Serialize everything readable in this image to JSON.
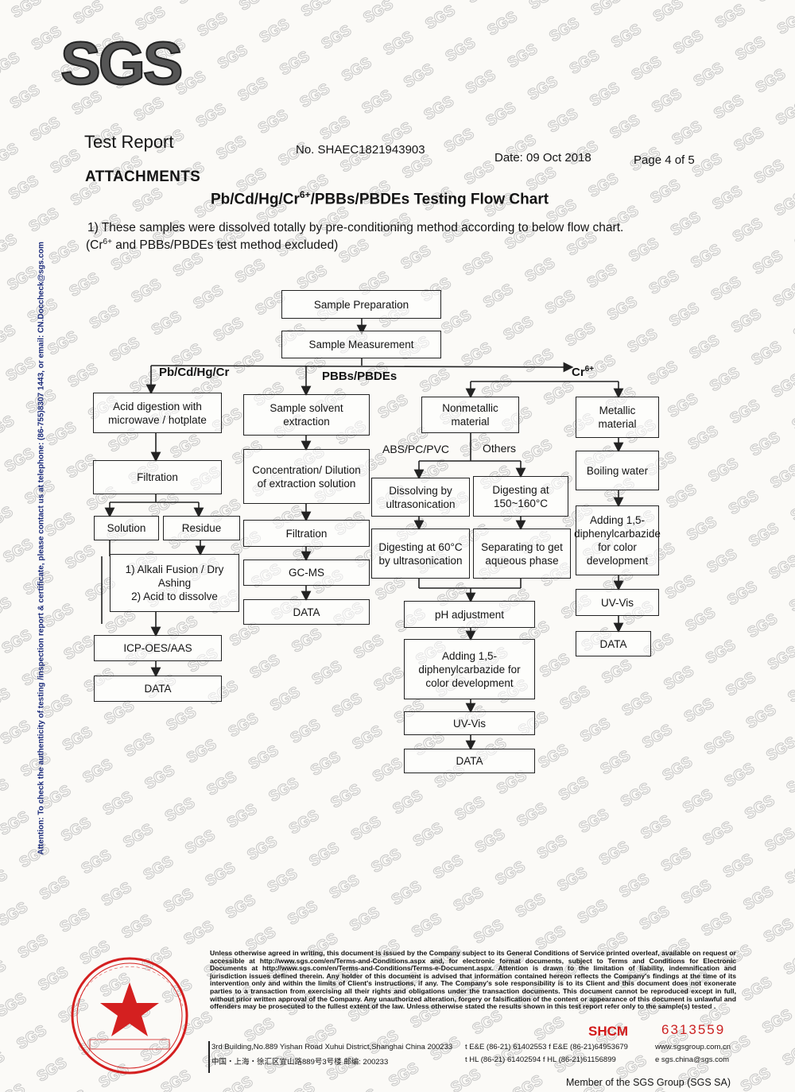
{
  "header": {
    "brand": "SGS",
    "report_title": "Test Report",
    "report_no": "No. SHAEC1821943903",
    "date": "Date: 09 Oct 2018",
    "page": "Page 4 of 5",
    "attachments": "ATTACHMENTS",
    "chart_title_a": "Pb/Cd/Hg/Cr",
    "chart_title_sup": "6+",
    "chart_title_b": "/PBBs/PBDEs Testing Flow Chart",
    "note_line1": "1) These samples were dissolved totally by pre-conditioning method according to below flow chart.",
    "note_line2_a": "(Cr",
    "note_line2_sup": "6+",
    "note_line2_b": " and PBBs/PBDEs test method excluded)"
  },
  "flow": {
    "sample_prep": "Sample Preparation",
    "sample_meas": "Sample Measurement",
    "branch_metals": "Pb/Cd/Hg/Cr",
    "branch_pbb": "PBBs/PBDEs",
    "branch_cr_a": "Cr",
    "branch_cr_sup": "6+",
    "acid_digestion": "Acid digestion with microwave / hotplate",
    "filtration_1": "Filtration",
    "solution": "Solution",
    "residue": "Residue",
    "fusion_1": "1) Alkali Fusion / Dry Ashing",
    "fusion_2": "2) Acid to dissolve",
    "icp": "ICP-OES/AAS",
    "data_1": "DATA",
    "solvent_extraction": "Sample solvent extraction",
    "concentration": "Concentration/ Dilution of extraction solution",
    "filtration_2": "Filtration",
    "gcms": "GC-MS",
    "data_2": "DATA",
    "nonmetallic": "Nonmetallic material",
    "abs_pc_pvc": "ABS/PC/PVC",
    "others": "Others",
    "dissolving": "Dissolving by ultrasonication",
    "digesting_150": "Digesting at 150~160°C",
    "digesting_60": "Digesting at 60°C by ultrasonication",
    "separating": "Separating to get aqueous phase",
    "ph_adjust": "pH adjustment",
    "adding_mid": "Adding 1,5-diphenylcarbazide for color development",
    "uvvis_mid": "UV-Vis",
    "data_3": "DATA",
    "metallic": "Metallic material",
    "boiling": "Boiling water",
    "adding_right": "Adding 1,5-diphenylcarbazide for color development",
    "uvvis_right": "UV-Vis",
    "data_4": "DATA"
  },
  "footer": {
    "disclaimer": "Unless otherwise agreed in writing, this document is issued by the Company subject to its General Conditions of Service printed overleaf, available on request or accessible at http://www.sgs.com/en/Terms-and-Conditions.aspx and, for electronic format documents, subject to Terms and Conditions for Electronic Documents at http://www.sgs.com/en/Terms-and-Conditions/Terms-e-Document.aspx. Attention is drawn to the limitation of liability, indemnification and jurisdiction issues defined therein. Any holder of this document is advised that information contained hereon reflects the Company's findings at the time of its intervention only and within the limits of Client's instructions, if any. The Company's sole responsibility is to its Client and this document does not exonerate parties to a transaction from exercising all their rights and obligations under the transaction documents. This document cannot be reproduced except in full, without prior written approval of the Company. Any unauthorized alteration, forgery or falsification of the content or appearance of this document is unlawful and offenders may be prosecuted to the fullest extent of the law. Unless otherwise stated the results shown in this test report refer only to the sample(s) tested .",
    "shcm": "SHCM",
    "serial": "6313559",
    "address_en": "3rd Building,No.889 Yishan Road Xuhui District,Shanghai China   200233",
    "address_cn": "中国・上海・徐汇区宜山路889号3号楼   邮编: 200233",
    "phone_1": "t E&E (86-21) 61402553   f E&E (86-21)64953679",
    "phone_2": "t HL (86-21) 61402594   f HL (86-21)61156899",
    "website": "www.sgsgroup.com.cn",
    "email": "e  sgs.china@sgs.com",
    "member": "Member of the SGS Group (SGS SA)",
    "side_note": "Attention: To check the authenticity of testing /inspection report & certificate, please contact us at telephone: (86-755)8307 1443, or email: CN.Doccheck@sgs.com"
  },
  "colors": {
    "ink": "#141414",
    "watermark": "#c9c9c9",
    "seal_red": "#d42020",
    "serial_red": "#cc2222"
  }
}
